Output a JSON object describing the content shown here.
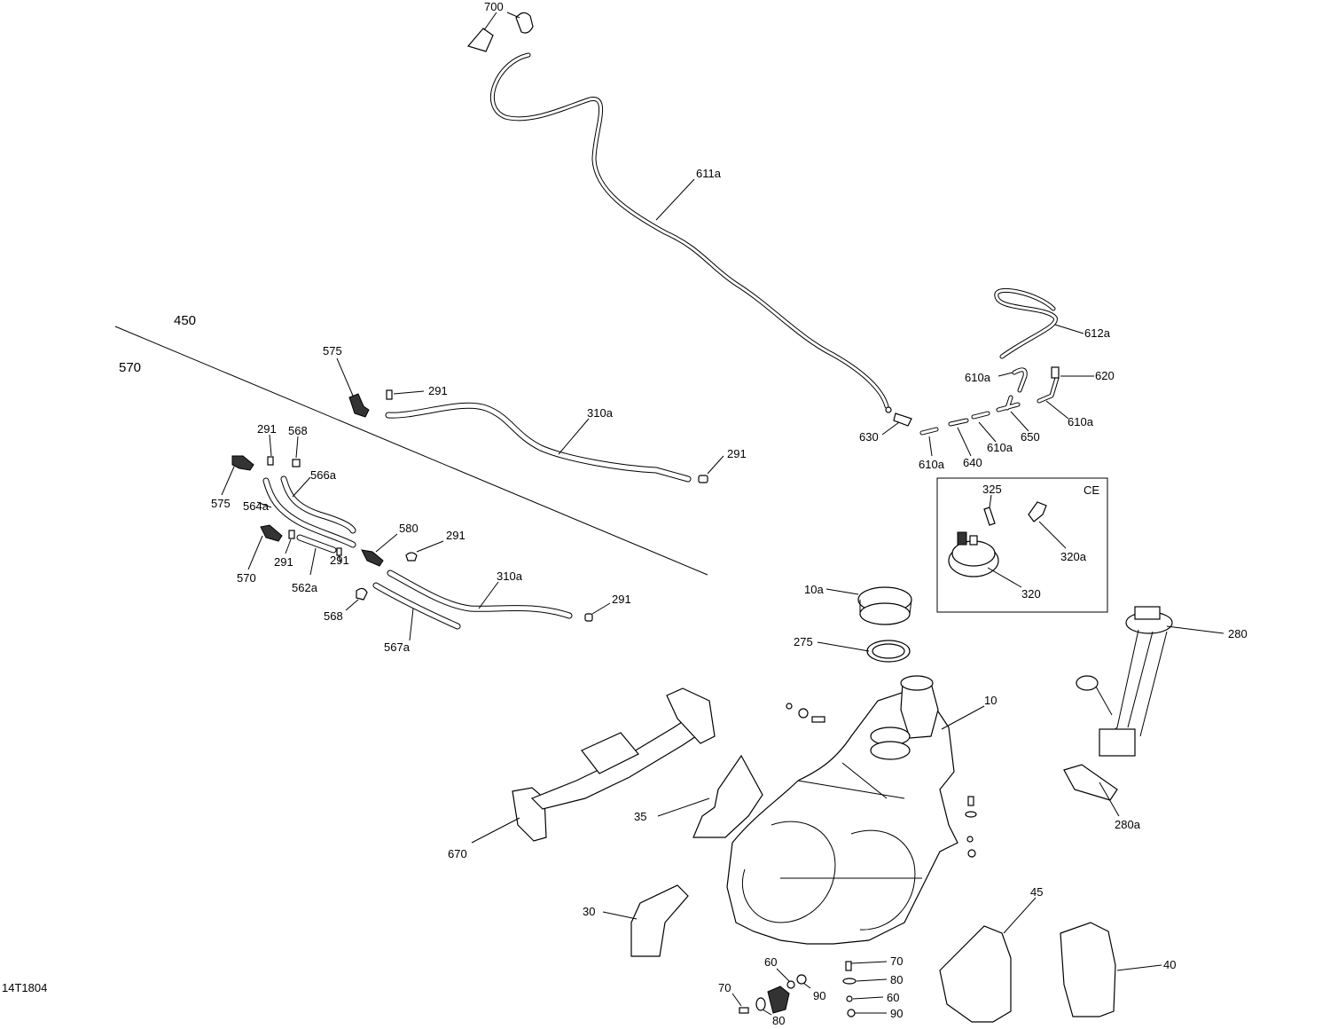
{
  "diagram": {
    "code": "14T1804",
    "zone_labels": {
      "upper": "450",
      "lower": "570"
    },
    "ce_box_label": "CE",
    "callouts": {
      "c700": "700",
      "c611a": "611a",
      "c612a": "612a",
      "c620": "620",
      "c610a_1": "610a",
      "c610a_2": "610a",
      "c610a_3": "610a",
      "c610a_4": "610a",
      "c630": "630",
      "c640": "640",
      "c650": "650",
      "c575_top": "575",
      "c291_top": "291",
      "c310a_top": "310a",
      "c291_right": "291",
      "c291_a": "291",
      "c568_a": "568",
      "c566a": "566a",
      "c575_left": "575",
      "c564a": "564a",
      "c570": "570",
      "c291_b": "291",
      "c562a": "562a",
      "c291_c": "291",
      "c580": "580",
      "c291_d": "291",
      "c568_b": "568",
      "c567a": "567a",
      "c310a_bottom": "310a",
      "c291_e": "291",
      "c325": "325",
      "c320a": "320a",
      "c320": "320",
      "c10a": "10a",
      "c275": "275",
      "c280": "280",
      "c280a": "280a",
      "c10": "10",
      "c35": "35",
      "c670": "670",
      "c30": "30",
      "c45": "45",
      "c40": "40",
      "c60_a": "60",
      "c70_a": "70",
      "c80_a": "80",
      "c90_a": "90",
      "c70_b": "70",
      "c80_b": "80",
      "c60_b": "60",
      "c90_b": "90"
    }
  }
}
